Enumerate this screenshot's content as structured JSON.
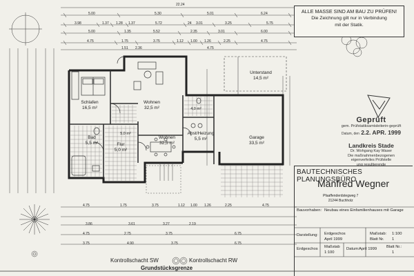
{
  "notes": {
    "line1": "ALLE MASSE SIND AM BAU ZU PRÜFEN!",
    "line2": "Die Zeichnung gilt nur in Verbindung",
    "line3": "mit der Statik."
  },
  "top_dimensions": {
    "overall": "22.24",
    "row1": [
      "5.00",
      "5.30",
      "5.01",
      "6.24"
    ],
    "row2": [
      "3.98",
      "1.37",
      "1.28",
      "1.37",
      "5.72",
      "24",
      "3.01",
      "3.25",
      "5.75"
    ],
    "row3": [
      "5.00",
      "1.35",
      "5.52",
      "2.35",
      "3.01",
      "6.00"
    ],
    "row4": [
      "4.75",
      "1.75",
      "3.75",
      "1.12",
      "1.00",
      "1.26",
      "2.25",
      "4.75"
    ],
    "row4b": [
      "1.51",
      "2.36",
      "4.75"
    ]
  },
  "rooms": {
    "schlafen": {
      "name": "Schlafen",
      "area": "16,5 m²"
    },
    "wohnen_top": {
      "name": "Wohnen",
      "area": "32,5 m²"
    },
    "unterstand": {
      "name": "Unterstand",
      "area": "14,5 m²"
    },
    "bad": {
      "name": "Bad",
      "area": "5,5 m²"
    },
    "flur": {
      "name": "Flur",
      "area": "5,0 m²"
    },
    "wohnen_bottom": {
      "name": "Wohnen",
      "area": "32,5 m²"
    },
    "abst": {
      "name": "Abst/Heizung",
      "area": "5,5 m²"
    },
    "garage": {
      "name": "Garage",
      "area": "33,5 m²"
    },
    "wc": {
      "area": "4,0 m²"
    },
    "diele": {
      "area": "5,0 m²"
    }
  },
  "stamps": {
    "geprueft": "Geprüft",
    "pruefstatik": "gem. Prüfstatiksamtsleiterin-geprüft",
    "date_label": "Datum, den",
    "date": "2.2. APR. 1999",
    "landkreis": "Landkreis Stade",
    "person": "Dr. Wohgang Kay Waser",
    "sub1": "Die maßnahmenbezogenen",
    "sub2": "eigenverfeiles Prüfstelle",
    "sub3": "ung resultierende"
  },
  "title_block": {
    "firm": "BAUTECHNISCHES PLANUNGSBÜRO",
    "name": "Manfred Wegner",
    "addr1": "Pfaaffenderdstegweg 7",
    "addr2": "21244 Buchholz",
    "bauvorhaben_label": "Bauvorhaben:",
    "bauvorhaben": "Neubau eines Einfamilienhauses mit Garage",
    "darstellung_label": "Darstellung:",
    "darstellung": "Erdgeschos",
    "datum_row": "April 1999",
    "massstab_label": "Maßstab:",
    "massstab": "1:100",
    "blatt_label": "Blatt Nr.",
    "blatt": "1",
    "erdgeschoss_label": "Erdgeschos",
    "massstab2_label": "Maßstab",
    "massstab2": "1:100",
    "datum_label": "Datum:",
    "datum": "April 1999",
    "blatt2_label": "Blatt Nr.:",
    "blatt2": "1"
  },
  "bottom_dimensions": {
    "row1": [
      "4.75",
      "1.75",
      "3.75",
      "1.12",
      "1.00",
      "1.26",
      "2.25",
      "4.75"
    ],
    "row2": [
      "3.86",
      "3.61",
      "3.27",
      "2.19"
    ],
    "row3": [
      "4.75",
      "2.75",
      "3.75",
      "6.75"
    ],
    "row4": [
      "3.75",
      "4.90",
      "3.75",
      "6.75"
    ]
  },
  "bottom": {
    "kontroll_sw": "Kontrollschacht SW",
    "kontroll_rw": "Kontrollschacht RW",
    "grenze": "Grundstücksgrenze"
  }
}
